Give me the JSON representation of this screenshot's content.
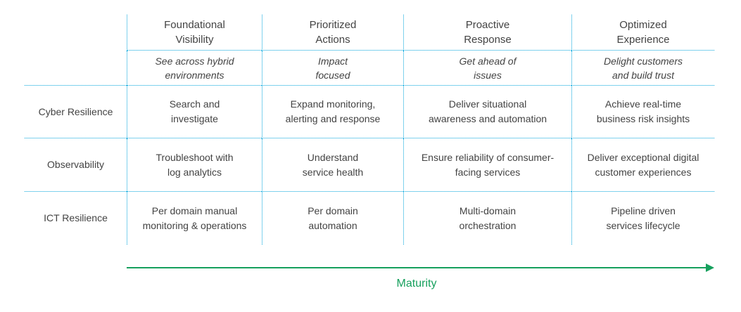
{
  "table": {
    "columns": [
      {
        "title": "Foundational\nVisibility",
        "subtitle": "See across hybrid\nenvironments"
      },
      {
        "title": "Prioritized\nActions",
        "subtitle": "Impact\nfocused"
      },
      {
        "title": "Proactive\nResponse",
        "subtitle": "Get ahead of\nissues"
      },
      {
        "title": "Optimized\nExperience",
        "subtitle": "Delight customers\nand build trust"
      }
    ],
    "rows": [
      {
        "label": "Cyber Resilience",
        "cells": [
          "Search and\ninvestigate",
          "Expand monitoring,\nalerting and response",
          "Deliver situational\nawareness and automation",
          "Achieve real-time\nbusiness risk insights"
        ]
      },
      {
        "label": "Observability",
        "cells": [
          "Troubleshoot with\nlog analytics",
          "Understand\nservice health",
          "Ensure reliability of consumer-\nfacing services",
          "Deliver exceptional digital\ncustomer experiences"
        ]
      },
      {
        "label": "ICT Resilience",
        "cells": [
          "Per domain manual\nmonitoring & operations",
          "Per domain\nautomation",
          "Multi-domain\norchestration",
          "Pipeline driven\nservices lifecycle"
        ]
      }
    ]
  },
  "maturity_axis": {
    "label": "Maturity"
  },
  "colors": {
    "grid_blue": "#00A4DC",
    "text": "#434343",
    "accent_green": "#16A05D"
  }
}
